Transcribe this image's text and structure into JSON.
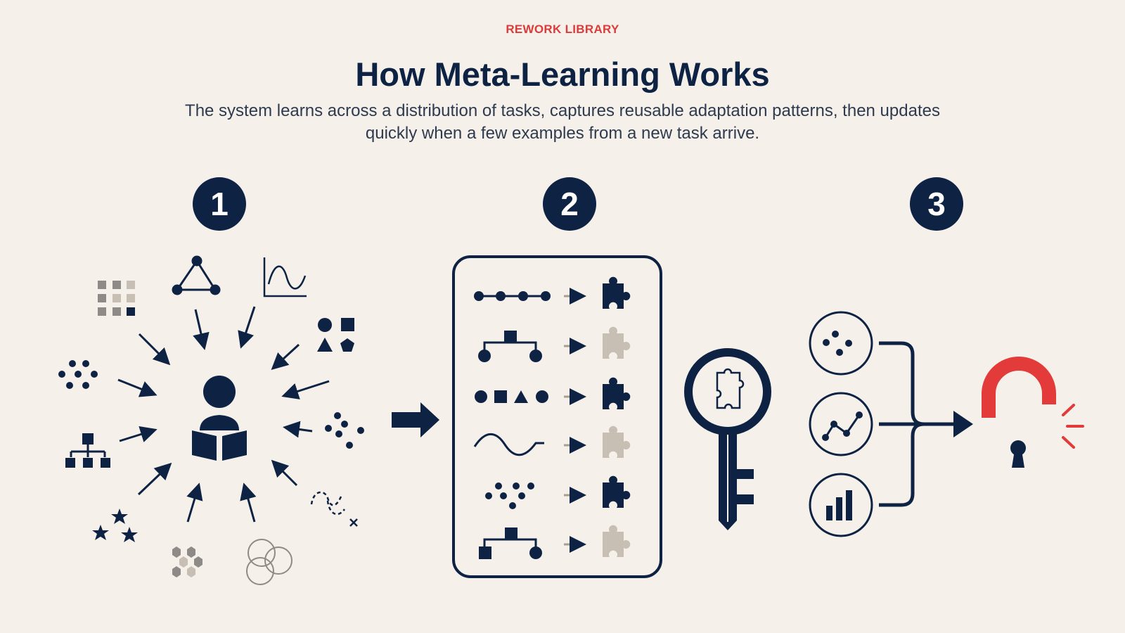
{
  "header": {
    "eyebrow": "REWORK LIBRARY",
    "title": "How Meta-Learning Works",
    "subtitle": "The system learns across a distribution of tasks, captures reusable adaptation patterns, then updates quickly when a few examples from a new task arrive."
  },
  "steps": [
    {
      "number": "1"
    },
    {
      "number": "2"
    },
    {
      "number": "3"
    }
  ],
  "colors": {
    "navy": "#0e2244",
    "accent_red": "#dc3b3b",
    "muted_tan": "#c7bfb4",
    "background": "#f5f1ea"
  },
  "icons": {
    "step1_learner": "person-reading-book-icon",
    "step2_output": "key-with-puzzle-icon",
    "step3_output": "unlocked-padlock-icon"
  }
}
